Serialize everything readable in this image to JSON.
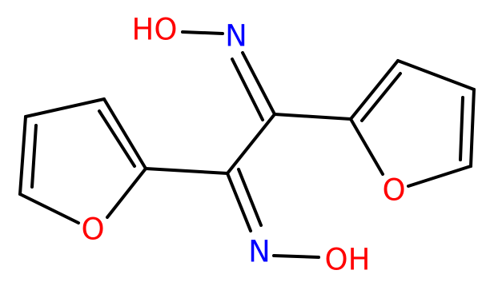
{
  "molecule": {
    "atoms": {
      "oh_top": "HO",
      "n_top": "N",
      "o_ring_right": "O",
      "o_ring_left": "O",
      "n_bottom": "N",
      "oh_bottom": "OH"
    },
    "colors": {
      "bond": "#000000",
      "nitrogen": "#0000ff",
      "oxygen": "#ff0000",
      "background": "#ffffff"
    }
  }
}
